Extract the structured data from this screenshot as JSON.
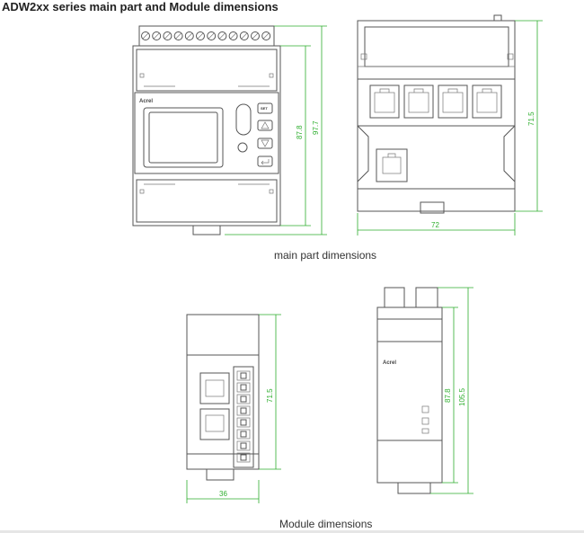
{
  "heading": "ADW2xx series main part and Module dimensions",
  "captions": {
    "main": "main part dimensions",
    "module": "Module dimensions"
  },
  "brand": "Acrel",
  "buttons": [
    "SET",
    "",
    "",
    ""
  ],
  "dimensions": {
    "main_front_height_inner": "87.8",
    "main_front_height_outer": "97.7",
    "main_side_height": "71.5",
    "main_side_width": "72",
    "module_front_height": "71.5",
    "module_front_width": "36",
    "module_side_height_inner": "87.8",
    "module_side_height_outer": "105.5"
  },
  "colors": {
    "dimension": "#2eae2e",
    "outline": "#555555"
  }
}
